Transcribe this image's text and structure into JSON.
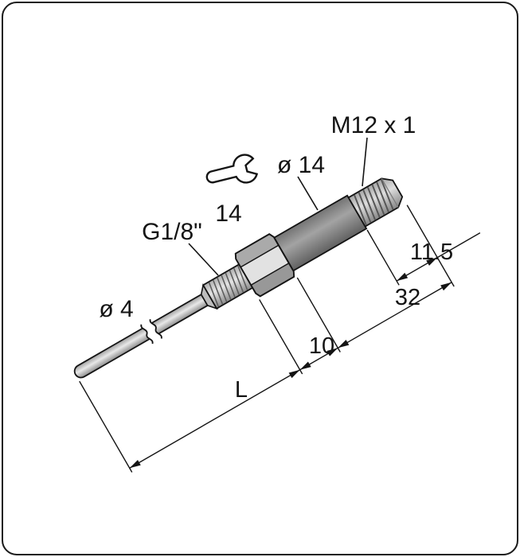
{
  "drawing": {
    "kind": "technical-dimension-drawing",
    "labels": {
      "connector_thread": "M12 x 1",
      "body_diameter": "ø 14",
      "wrench_size": "14",
      "process_thread": "G1/8\"",
      "probe_diameter": "ø 4"
    },
    "dimensions": {
      "connector_thread_length": "11.5",
      "body_length": "32",
      "hex_length": "10",
      "probe_length": "L"
    },
    "colors": {
      "outline": "#141414",
      "body_fill": "#7a7a7a",
      "light_metal": "#e2e2e2",
      "background": "#ffffff"
    }
  }
}
